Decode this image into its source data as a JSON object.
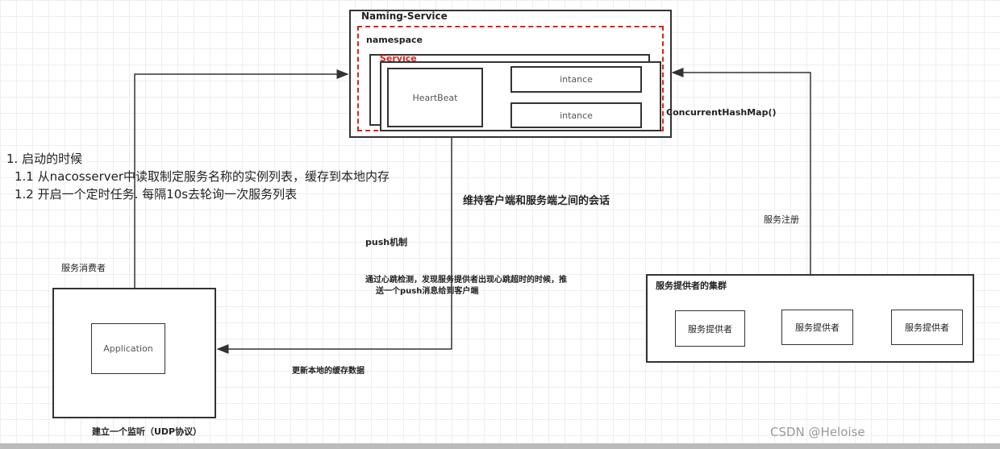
{
  "naming_service": {
    "title": "Naming-Service",
    "namespace": "namespace",
    "service": "Service",
    "heartbeat": "HeartBeat",
    "instances": [
      "intance",
      "intance"
    ],
    "map": "ConcurrentHashMap()"
  },
  "notes": {
    "line1": "1. 启动的时候",
    "line2": "1.1 从nacosserver中读取制定服务名称的实例列表，缓存到本地内存",
    "line3": "1.2 开启一个定时任务. 每隔10s去轮询一次服务列表"
  },
  "session": "维持客户端和服务端之间的会话",
  "push_title": "push机制",
  "push_desc1": "通过心跳检测，发现服务提供者出现心跳超时的时候，推",
  "push_desc2": "送一个push消息给到客户端",
  "update_cache": "更新本地的缓存数据",
  "register": "服务注册",
  "consumer": {
    "label": "服务消费者",
    "app": "Application",
    "listen": "建立一个监听（UDP协议）"
  },
  "providers": {
    "title": "服务提供者的集群",
    "items": [
      "服务提供者",
      "服务提供者",
      "服务提供者"
    ]
  },
  "watermark": "CSDN @Heloise",
  "colors": {
    "accent": "#e02020",
    "line": "#333333"
  }
}
